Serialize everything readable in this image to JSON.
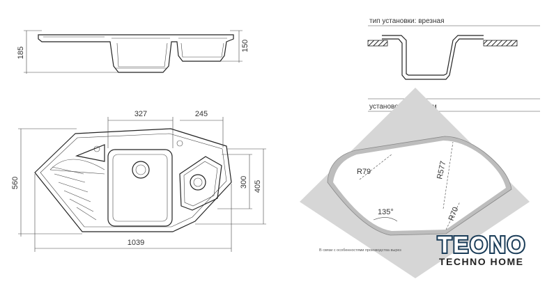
{
  "side_view": {
    "height_total": "185",
    "height_bowl": "150"
  },
  "top_view": {
    "width_main_bowl": "327",
    "width_small_bowl": "245",
    "overall_depth": "560",
    "bowl_depth": "300",
    "side_depth": "405",
    "overall_width": "1039"
  },
  "install": {
    "type_label": "тип установки: врезная",
    "cutout_label": "установочный проем",
    "radius_1": "R79",
    "radius_2": "R577",
    "radius_3": "R70",
    "angle": "135°",
    "note": "В связи с особенностями производства вырез"
  },
  "brand": {
    "name": "TEONO",
    "tagline": "TECHNO HOME"
  },
  "colors": {
    "cutout_fill": "#bdbdbd",
    "corner_fill": "#d6d6d6",
    "brand_blue": "#1a3c58"
  }
}
